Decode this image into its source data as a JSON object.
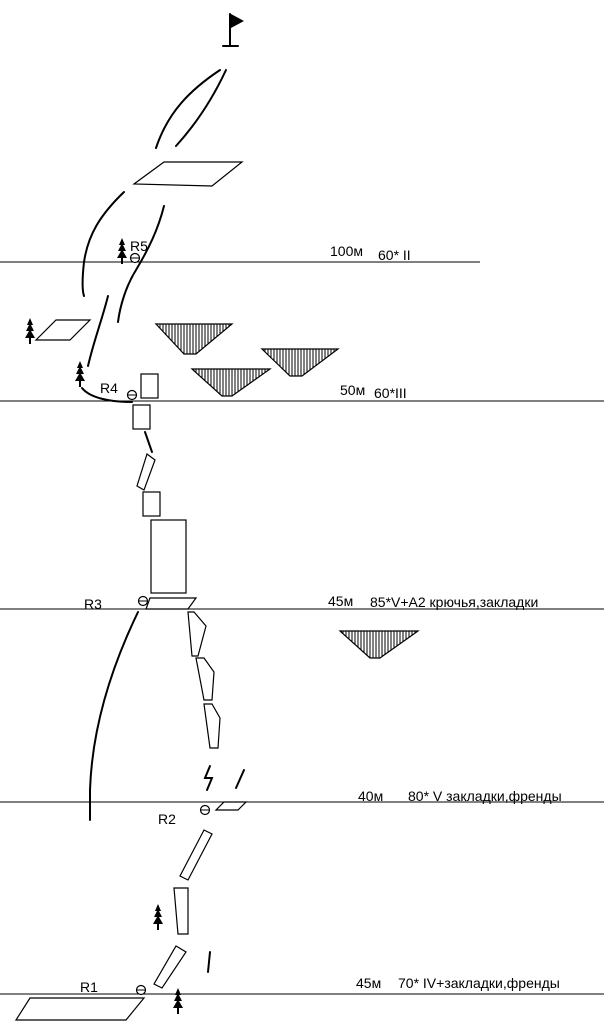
{
  "pitches": [
    {
      "length": "100м",
      "grade": "60* II"
    },
    {
      "length": "50м",
      "grade": "60*III"
    },
    {
      "length": "45м",
      "grade": "85*V+A2 крючья,закладки"
    },
    {
      "length": "40м",
      "grade": "80* V закладки,френды"
    },
    {
      "length": "45м",
      "grade": "70* IV+закладки,френды"
    }
  ],
  "belays": [
    "R5",
    "R4",
    "R3",
    "R2",
    "R1"
  ],
  "icons": {
    "summit": "flag-icon",
    "tree": "tree-icon",
    "belay": "belay-anchor-icon",
    "snowfield": "snowfield-icon"
  }
}
